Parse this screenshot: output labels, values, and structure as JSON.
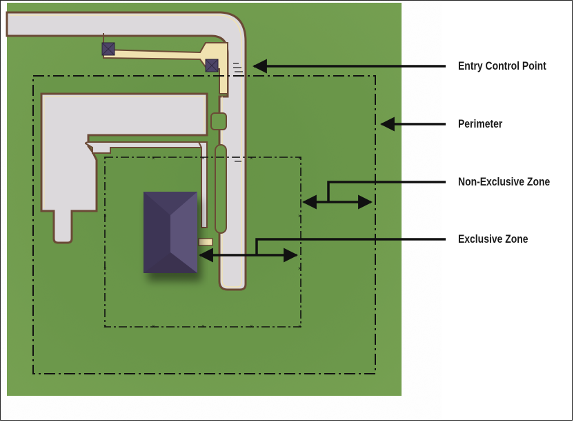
{
  "labels": {
    "entry_control_point": "Entry Control Point",
    "perimeter": "Perimeter",
    "non_exclusive_zone": "Non-Exclusive Zone",
    "exclusive_zone": "Exclusive Zone"
  },
  "colors": {
    "grass": "#6e9a4c",
    "inner_grass": "#5f8d43",
    "pavement": "#dcd9dc",
    "road_edge": "#6b4a36",
    "building": "#4d4467",
    "accent_yellow": "#f0e2b0",
    "arrow": "#111111"
  }
}
